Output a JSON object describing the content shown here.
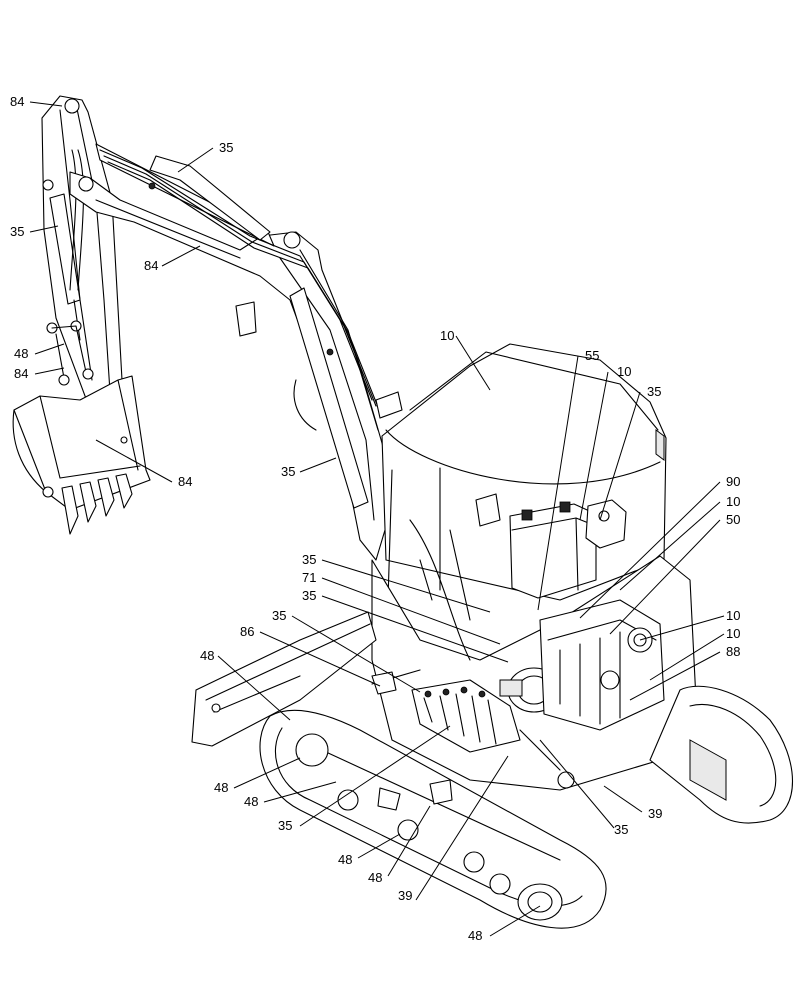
{
  "callouts": [
    {
      "id": "c01",
      "text": "84"
    },
    {
      "id": "c02",
      "text": "35"
    },
    {
      "id": "c03",
      "text": "35"
    },
    {
      "id": "c04",
      "text": "84"
    },
    {
      "id": "c05",
      "text": "48"
    },
    {
      "id": "c06",
      "text": "84"
    },
    {
      "id": "c07",
      "text": "84"
    },
    {
      "id": "c08",
      "text": "35"
    },
    {
      "id": "c09",
      "text": "10"
    },
    {
      "id": "c10",
      "text": "55"
    },
    {
      "id": "c11",
      "text": "10"
    },
    {
      "id": "c12",
      "text": "35"
    },
    {
      "id": "c13",
      "text": "90"
    },
    {
      "id": "c14",
      "text": "10"
    },
    {
      "id": "c15",
      "text": "50"
    },
    {
      "id": "c16",
      "text": "35"
    },
    {
      "id": "c17",
      "text": "71"
    },
    {
      "id": "c18",
      "text": "35"
    },
    {
      "id": "c19",
      "text": "35"
    },
    {
      "id": "c20",
      "text": "86"
    },
    {
      "id": "c21",
      "text": "48"
    },
    {
      "id": "c22",
      "text": "10"
    },
    {
      "id": "c23",
      "text": "10"
    },
    {
      "id": "c24",
      "text": "88"
    },
    {
      "id": "c25",
      "text": "48"
    },
    {
      "id": "c26",
      "text": "48"
    },
    {
      "id": "c27",
      "text": "35"
    },
    {
      "id": "c28",
      "text": "39"
    },
    {
      "id": "c29",
      "text": "35"
    },
    {
      "id": "c30",
      "text": "48"
    },
    {
      "id": "c31",
      "text": "48"
    },
    {
      "id": "c32",
      "text": "39"
    },
    {
      "id": "c33",
      "text": "48"
    }
  ]
}
